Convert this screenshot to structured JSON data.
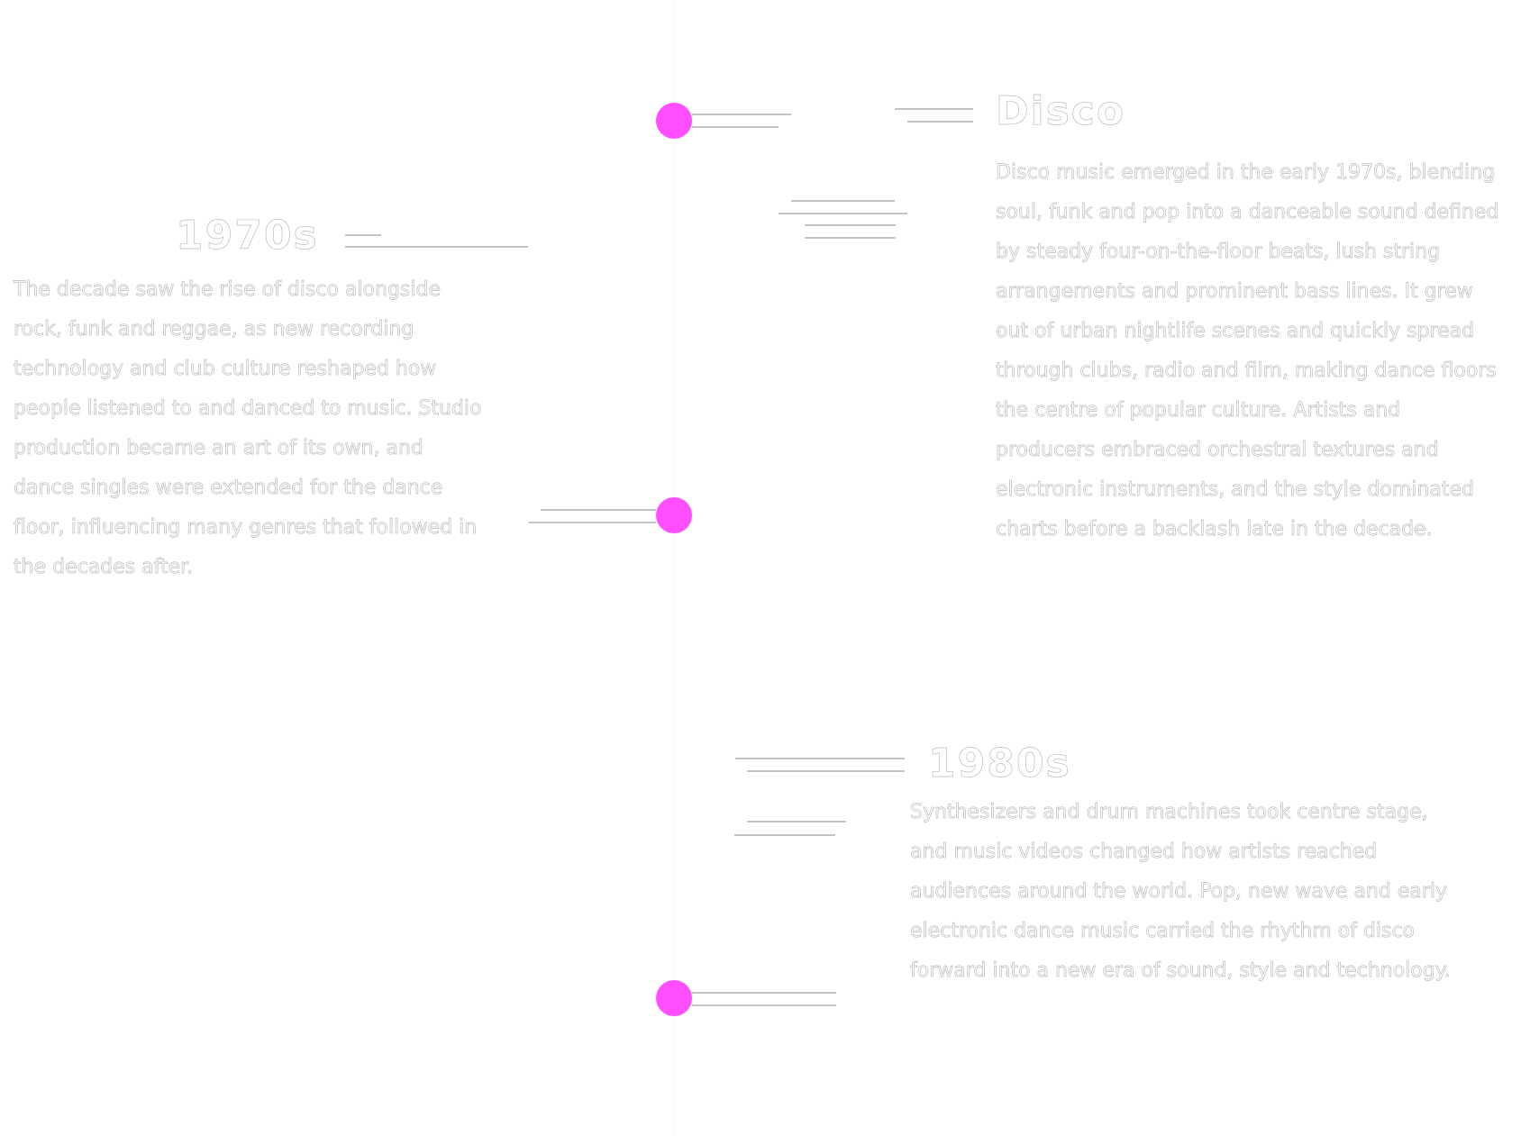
{
  "accent_color": "#ff4dff",
  "events": [
    {
      "heading": "Disco",
      "body": "Disco music emerged in the early 1970s, blending soul, funk and pop into a danceable sound defined by steady four-on-the-floor beats, lush string arrangements and prominent bass lines. It grew out of urban nightlife scenes and quickly spread through clubs, radio and film, making dance floors the centre of popular culture. Artists and producers embraced orchestral textures and electronic instruments, and the style dominated charts before a backlash late in the decade."
    },
    {
      "heading": "1970s",
      "body": "The decade saw the rise of disco alongside rock, funk and reggae, as new recording technology and club culture reshaped how people listened to and danced to music. Studio production became an art of its own, and dance singles were extended for the dance floor, influencing many genres that followed in the decades after."
    },
    {
      "heading": "1980s",
      "body": "Synthesizers and drum machines took centre stage, and music videos changed how artists reached audiences around the world. Pop, new wave and early electronic dance music carried the rhythm of disco forward into a new era of sound, style and technology."
    }
  ]
}
